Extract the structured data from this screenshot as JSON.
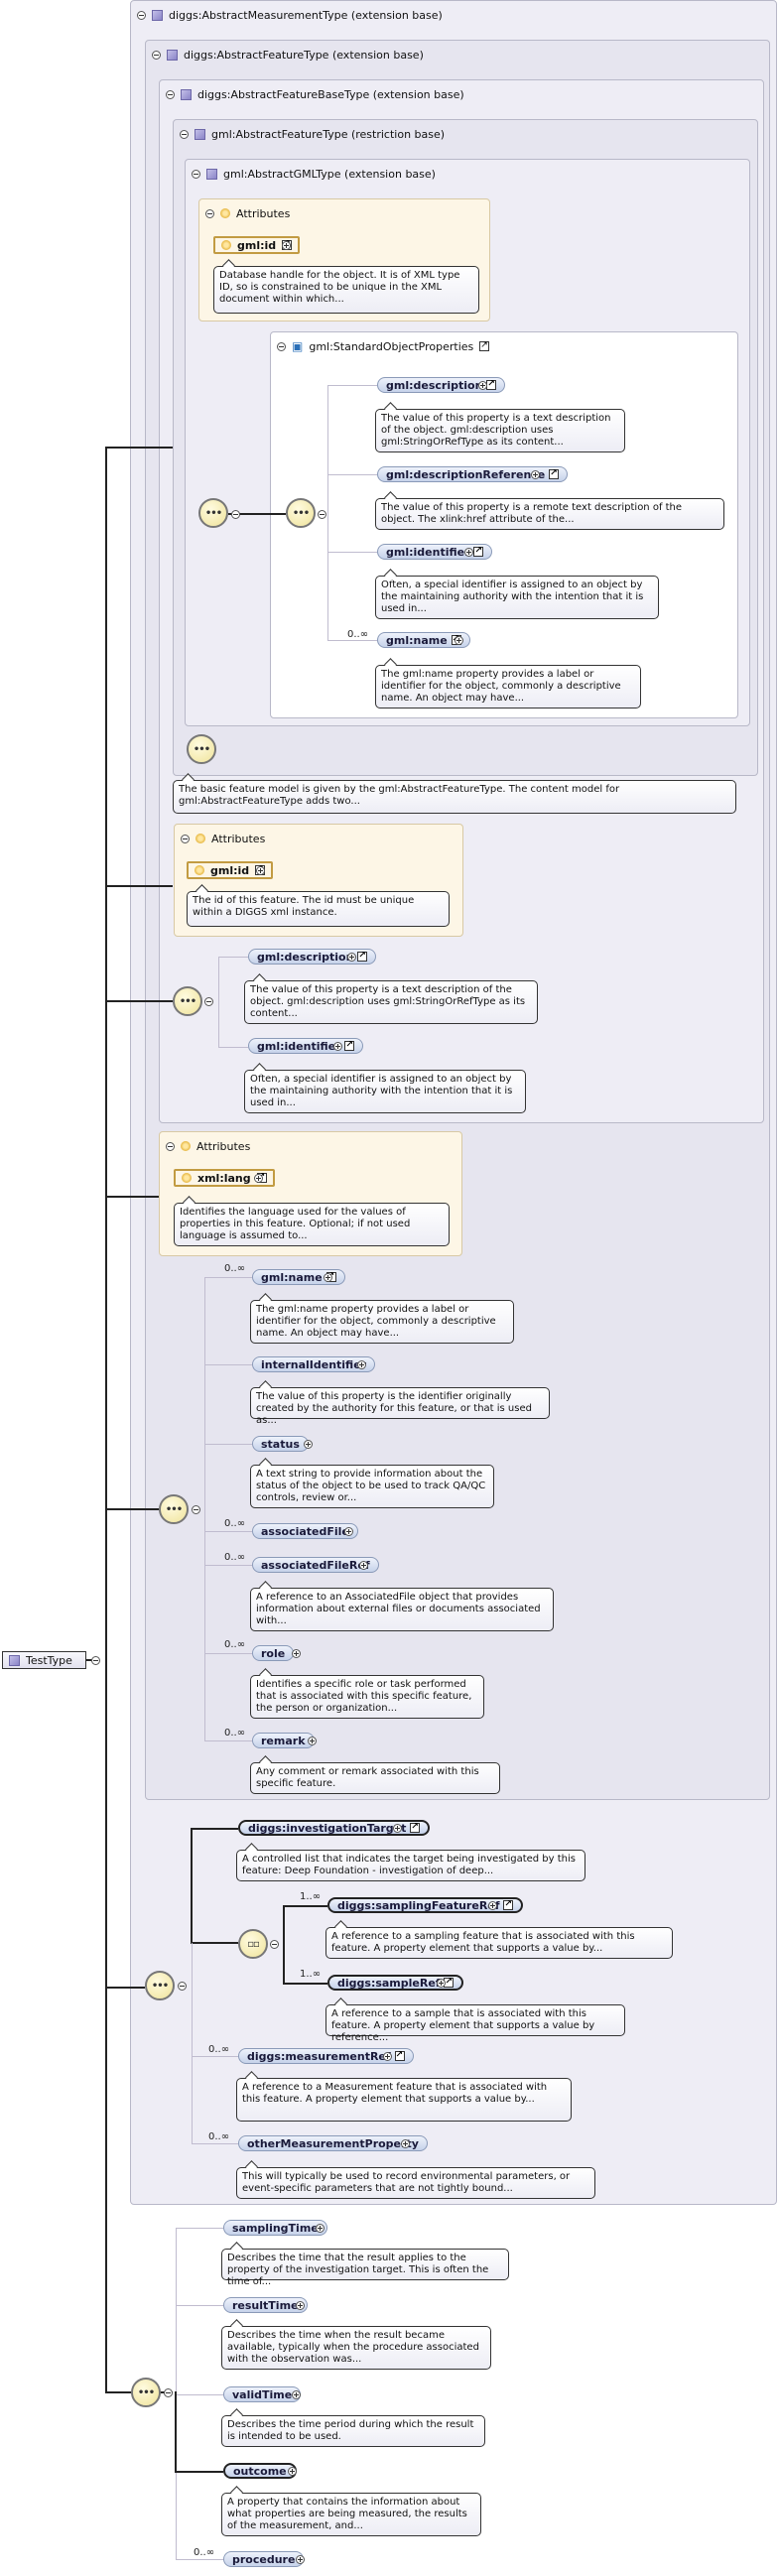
{
  "root": {
    "label": "TestType"
  },
  "panels": {
    "measurement": "diggs:AbstractMeasurementType (extension base)",
    "feature": "diggs:AbstractFeatureType (extension base)",
    "featurebase": "diggs:AbstractFeatureBaseType (extension base)",
    "gmlfeature": "gml:AbstractFeatureType (restriction base)",
    "gmlgml": "gml:AbstractGMLType (extension base)",
    "attributes": "Attributes",
    "stdprops": "gml:StandardObjectProperties"
  },
  "gmlid1": {
    "name": "gml:id",
    "desc": "Database handle for the object. It is of XML type ID, so is constrained to be unique in the XML document within which..."
  },
  "std": [
    {
      "name": "gml:description",
      "desc": "The value of this property is a text description of the object. gml:description uses gml:StringOrRefType as its content..."
    },
    {
      "name": "gml:descriptionReference",
      "desc": "The value of this property is a remote text description of the object. The xlink:href attribute of the..."
    },
    {
      "name": "gml:identifier",
      "desc": "Often, a special identifier is assigned to an object by the maintaining authority with the intention that it is used in..."
    },
    {
      "name": "gml:name",
      "mult": "0..∞",
      "desc": "The gml:name property provides a label or identifier for the object, commonly a descriptive name. An object may have..."
    }
  ],
  "feature_desc": "The basic feature model is given by the gml:AbstractFeatureType. The content model for gml:AbstractFeatureType adds two...",
  "gmlid2": {
    "name": "gml:id",
    "desc": "The id of this feature. The id must be unique within a DIGGS xml instance."
  },
  "base": [
    {
      "name": "gml:description",
      "desc": "The value of this property is a text description of the object. gml:description uses gml:StringOrRefType as its content..."
    },
    {
      "name": "gml:identifier",
      "desc": "Often, a special identifier is assigned to an object by the maintaining authority with the intention that it is used in..."
    }
  ],
  "xmllang": {
    "name": "xml:lang",
    "desc": "Identifies the language used for the values of properties in this feature. Optional; if not used language is assumed to..."
  },
  "feat": [
    {
      "name": "gml:name",
      "mult": "0..∞",
      "desc": "The gml:name property provides a label or identifier for the object, commonly a descriptive name. An object may have..."
    },
    {
      "name": "internalIdentifier",
      "desc": "The value of this property is the identifier originally created by the authority for this feature, or that is used as..."
    },
    {
      "name": "status",
      "desc": "A text string to provide information about the status of the object to be used to track QA/QC controls, review or..."
    },
    {
      "name": "associatedFile",
      "mult": "0..∞"
    },
    {
      "name": "associatedFileRef",
      "mult": "0..∞",
      "desc": "A reference to an AssociatedFile object that provides information about external files or documents associated with..."
    },
    {
      "name": "role",
      "mult": "0..∞",
      "desc": "Identifies a specific role or task performed that is associated with this specific feature, the person or organization..."
    },
    {
      "name": "remark",
      "mult": "0..∞",
      "desc": "Any comment or remark associated with this specific feature."
    }
  ],
  "meas": [
    {
      "name": "diggs:investigationTarget",
      "desc": "A controlled list that indicates the target being investigated by this feature: Deep Foundation - investigation of deep..."
    },
    {
      "name": "diggs:samplingFeatureRef",
      "mult": "1..∞",
      "desc": "A reference to a sampling feature that is associated with this feature. A property element that supports a value by..."
    },
    {
      "name": "diggs:sampleRef",
      "mult": "1..∞",
      "desc": "A reference to a sample that is associated with this feature. A property element that supports a value by reference..."
    },
    {
      "name": "diggs:measurementRef",
      "mult": "0..∞",
      "desc": "A reference to a Measurement feature that is associated with this feature. A property element that supports a value by..."
    },
    {
      "name": "otherMeasurementProperty",
      "mult": "0..∞",
      "desc": "This will typically be used to record environmental parameters, or event-specific parameters that are not tightly bound..."
    }
  ],
  "test": [
    {
      "name": "samplingTime",
      "desc": "Describes the time that the result applies to the property of the investigation target. This is often the time of..."
    },
    {
      "name": "resultTime",
      "desc": "Describes the time when the result became available, typically when the procedure associated with the observation was..."
    },
    {
      "name": "validTime",
      "desc": "Describes the time period during which the result is intended to be used."
    },
    {
      "name": "outcome",
      "desc": "A property that contains the information about what properties are being measured, the results of the measurement, and..."
    },
    {
      "name": "procedure",
      "mult": "0..∞"
    }
  ],
  "seq_symbol": "•••",
  "choice_symbol": "▫▫"
}
